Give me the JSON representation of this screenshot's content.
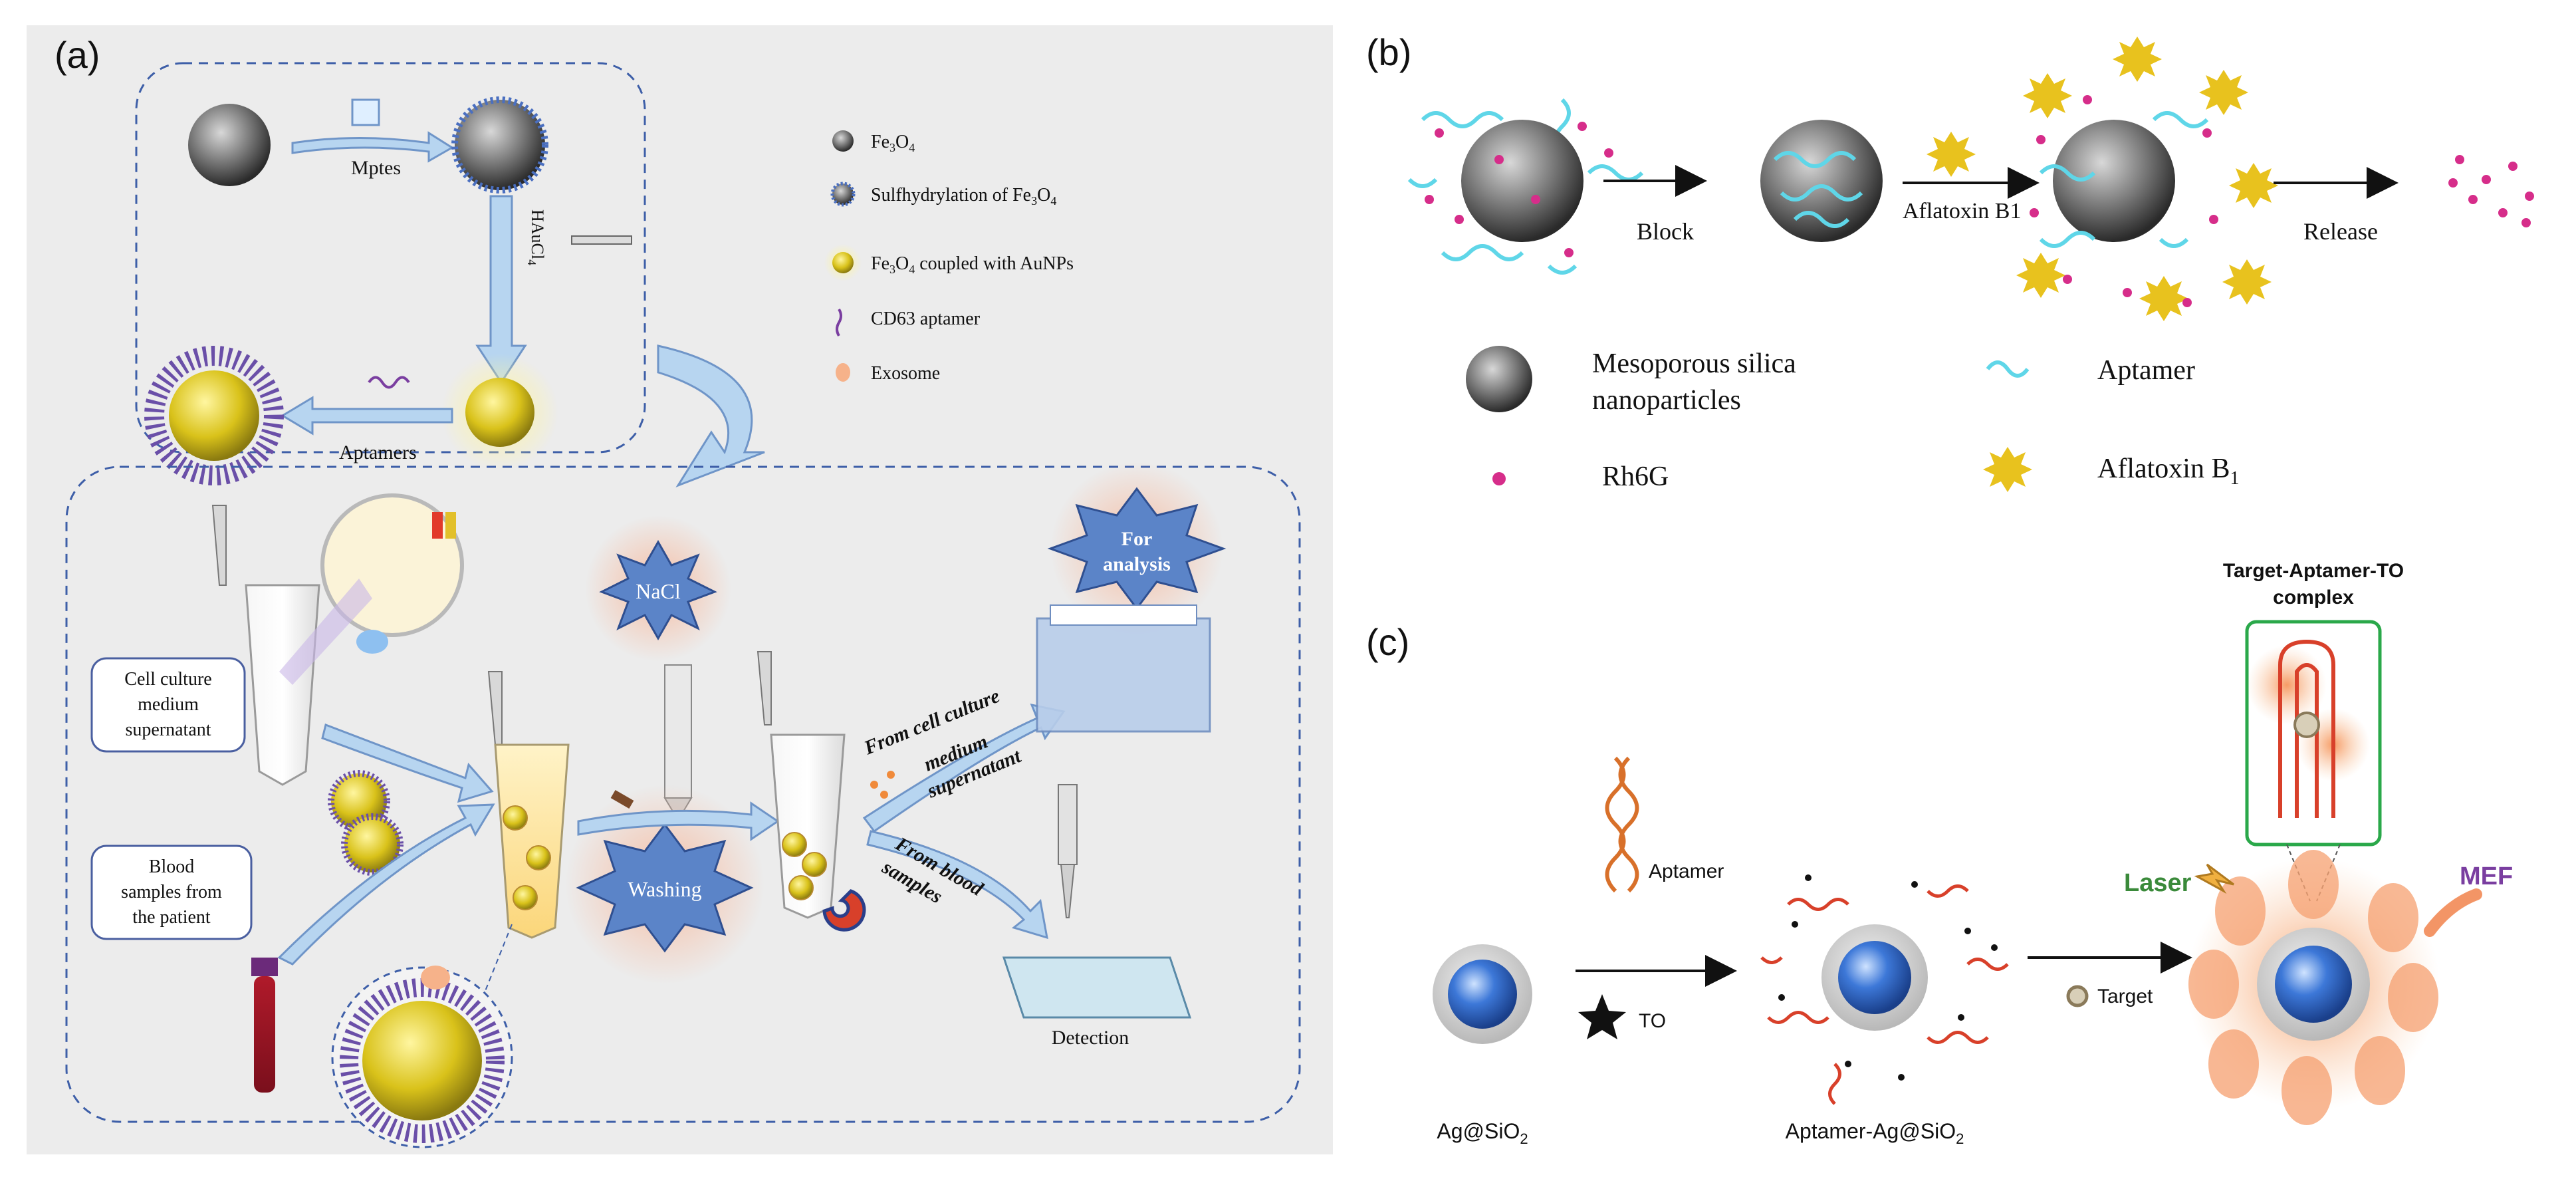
{
  "panel_labels": {
    "a": "(a)",
    "b": "(b)",
    "c": "(c)"
  },
  "panel_a": {
    "legend": {
      "fe3o4_prefix": "Fe",
      "fe3o4_sub1": "3",
      "fe3o4_mid": "O",
      "fe3o4_sub2": "4",
      "sulf_text": "Sulfhydrylation of Fe",
      "sulf_sub1": "3",
      "sulf_mid": "O",
      "sulf_sub2": "4",
      "coupled_prefix": "Fe",
      "coupled_sub1": "3",
      "coupled_mid": "O",
      "coupled_sub2": "4",
      "coupled_suffix": " coupled with AuNPs",
      "aptamer": "CD63 aptamer",
      "exosome": "Exosome"
    },
    "labels": {
      "mptes": "Mptes",
      "hauc": "HAuCl",
      "hauc_sub": "4",
      "aptamers": "Aptamers",
      "cell_culture": [
        "Cell culture",
        "medium",
        "supernatant"
      ],
      "blood": [
        "Blood",
        "samples from",
        "the patient"
      ],
      "nacl": "NaCl",
      "washing": "Washing",
      "for_analysis": [
        "For",
        "analysis"
      ],
      "from_cell": [
        "From cell culture",
        "medium",
        "supernatant"
      ],
      "from_blood": [
        "From blood",
        "samples"
      ],
      "detection": "Detection"
    }
  },
  "panel_b": {
    "block": "Block",
    "aflatoxin_arrow": "Aflatoxin B1",
    "release": "Release",
    "legend_msn": [
      "Mesoporous silica",
      "nanoparticles"
    ],
    "legend_rh6g": "Rh6G",
    "legend_aptamer": "Aptamer",
    "legend_aflatoxin": "Aflatoxin B",
    "legend_aflatoxin_sub": "1"
  },
  "panel_c": {
    "complex_title": [
      "Target-Aptamer-TO",
      "complex"
    ],
    "aptamer": "Aptamer",
    "to": "TO",
    "target": "Target",
    "laser": "Laser",
    "mef": "MEF",
    "ag_label": "Ag@SiO",
    "ag_sub": "2",
    "apt_ag_label": "Aptamer-Ag@SiO",
    "apt_ag_sub": "2"
  },
  "colors": {
    "dashed_border": "#3e5fa8",
    "arrow_fill": "#b7d5f0",
    "arrow_stroke": "#6f95c8",
    "gold": "#e8d21e",
    "aptamer_cyan": "#5fd6e8",
    "rh6g_pink": "#d62d8a",
    "laser_green": "#3a8a3a",
    "mef_purple": "#7a3ea0",
    "orange_glow": "#f4a460",
    "red_strand": "#d8402a"
  }
}
